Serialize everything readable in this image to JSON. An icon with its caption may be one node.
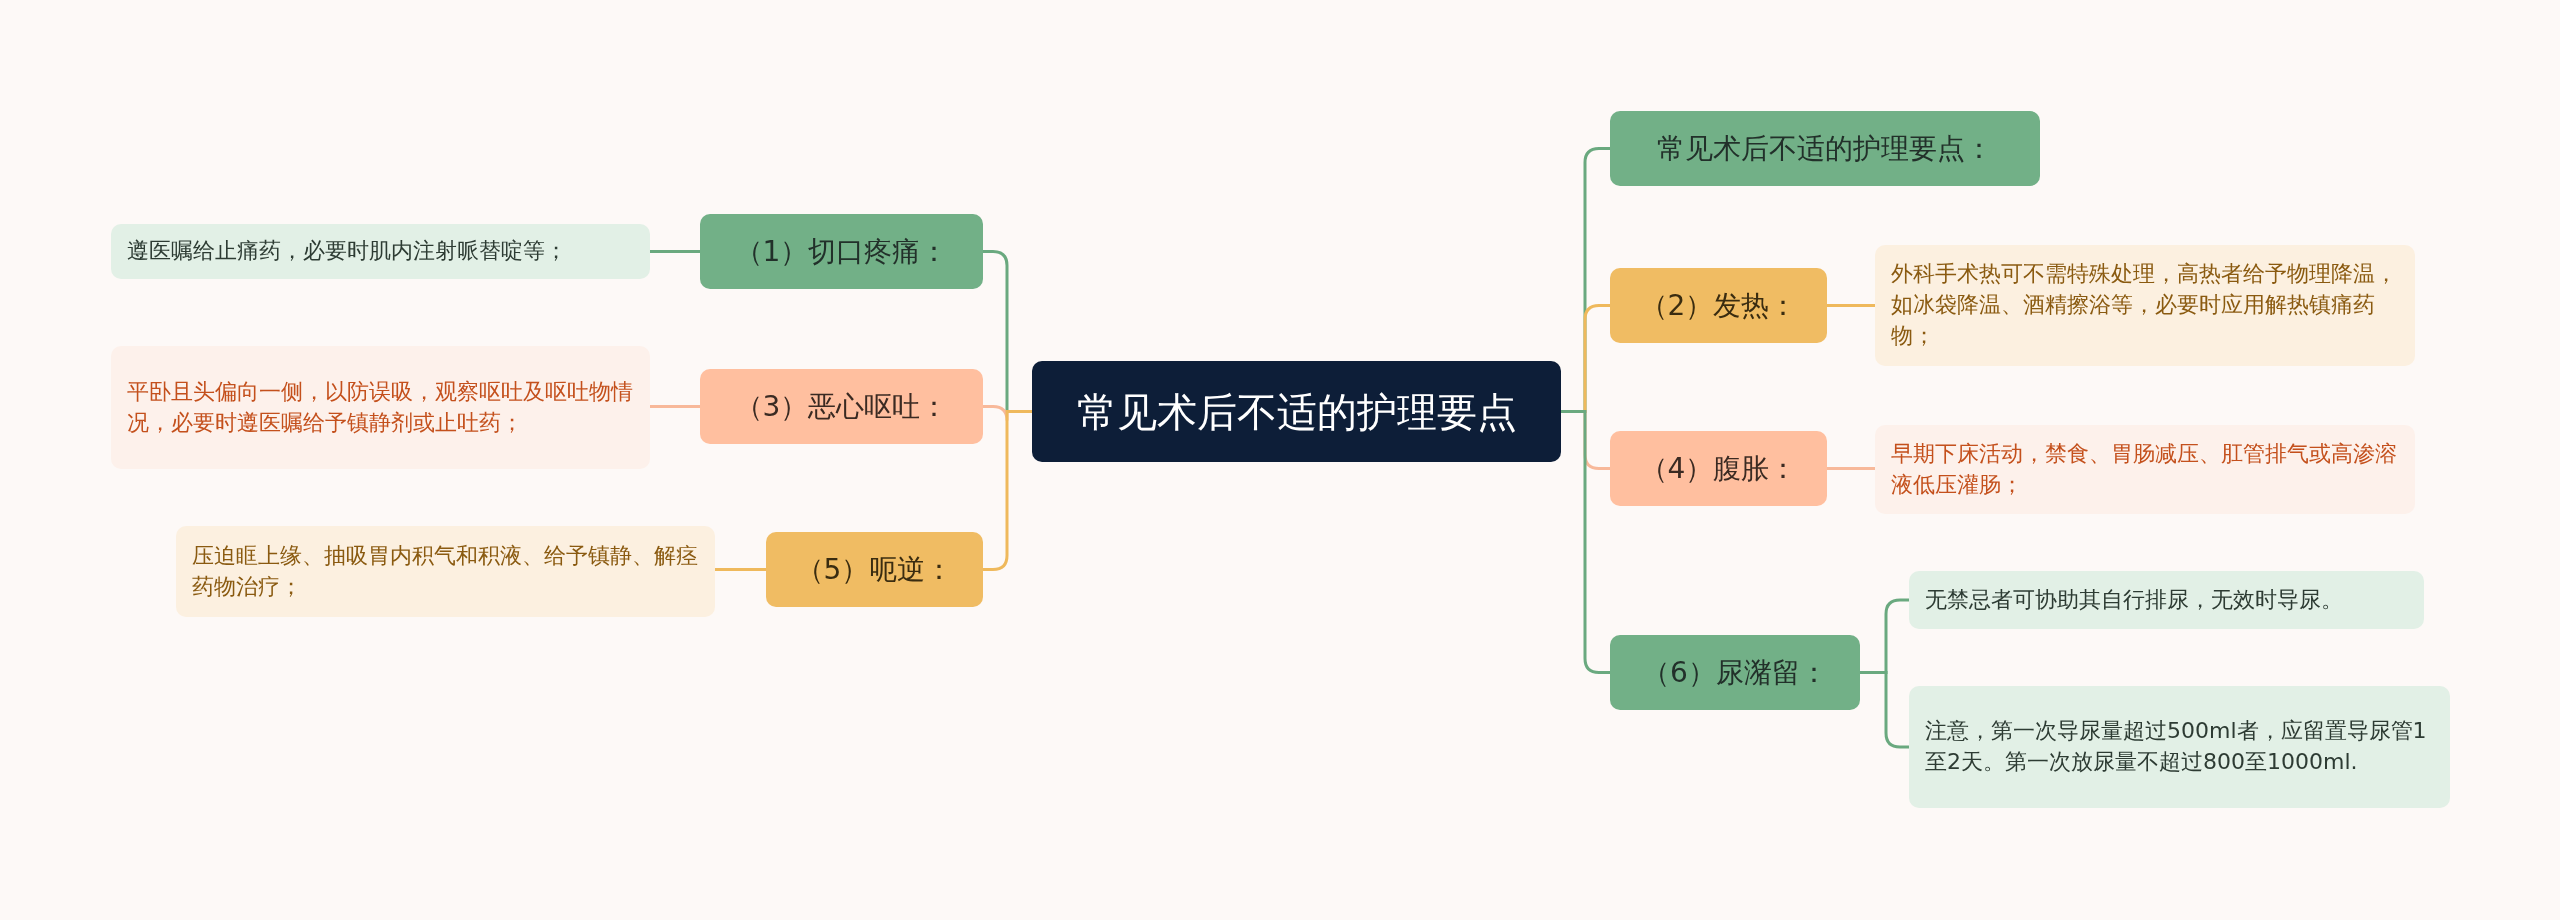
{
  "diagram": {
    "nodes": [
      {
        "text": [
          "常见术后不适的护理要点"
        ]
      },
      {
        "text": [
          "常见术后不适的护理要点："
        ]
      },
      {
        "text": [
          "（1）切口疼痛："
        ]
      },
      {
        "text": [
          "遵医嘱给止痛药，必要时肌内注射哌替啶等；"
        ]
      },
      {
        "text": [
          "（2）发热："
        ]
      },
      {
        "text": [
          "外科手术热可不需特殊处理，高热者给予物理降温，如冰袋降温、酒精擦浴等，必要时应用解热镇痛药物；"
        ]
      },
      {
        "text": [
          "（3）恶心呕吐："
        ]
      },
      {
        "text": [
          "平卧且头偏向一侧，以防误吸，观察呕吐及呕吐物情况，必要时遵医嘱给予镇静剂或止吐药；"
        ]
      },
      {
        "text": [
          "（4）腹胀："
        ]
      },
      {
        "text": [
          "早期下床活动，禁食、胃肠减压、肛管排气或高渗溶液低压灌肠；"
        ]
      },
      {
        "text": [
          "（5）呃逆："
        ]
      },
      {
        "text": [
          "压迫眶上缘、抽吸胃内积气和积液、给予镇静、解痉药物治疗；"
        ]
      },
      {
        "text": [
          "（6）尿潴留："
        ]
      },
      {
        "text": [
          "无禁忌者可协助其自行排尿，无效时导尿。"
        ]
      },
      {
        "text": [
          "注意，第一次导尿量超过500ml者，应留置导尿管1至2天。第一次放尿量不超过800至1000ml."
        ]
      }
    ],
    "edges": [
      {
        "from": 0,
        "to": 1,
        "arrow": "none"
      },
      {
        "from": 0,
        "to": 2,
        "arrow": "none"
      },
      {
        "from": 2,
        "to": 3,
        "arrow": "none"
      },
      {
        "from": 0,
        "to": 4,
        "arrow": "none",
        "color": "#efb95c"
      },
      {
        "from": 4,
        "to": 5,
        "arrow": "none",
        "color": "#efb95c"
      },
      {
        "from": 0,
        "to": 6,
        "arrow": "none",
        "color": "#f8b99a"
      },
      {
        "from": 6,
        "to": 7,
        "arrow": "none",
        "color": "#f8b99a"
      },
      {
        "from": 0,
        "to": 8,
        "arrow": "none",
        "color": "#f8b99a"
      },
      {
        "from": 8,
        "to": 9,
        "arrow": "none",
        "color": "#f8b99a"
      },
      {
        "from": 0,
        "to": 10,
        "arrow": "none",
        "color": "#efb95c"
      },
      {
        "from": 10,
        "to": 11,
        "arrow": "none",
        "color": "#efb95c"
      },
      {
        "from": 0,
        "to": 12,
        "arrow": "none"
      },
      {
        "from": 12,
        "to": 13,
        "arrow": "none"
      },
      {
        "from": 12,
        "to": 14,
        "arrow": "none"
      }
    ]
  }
}
